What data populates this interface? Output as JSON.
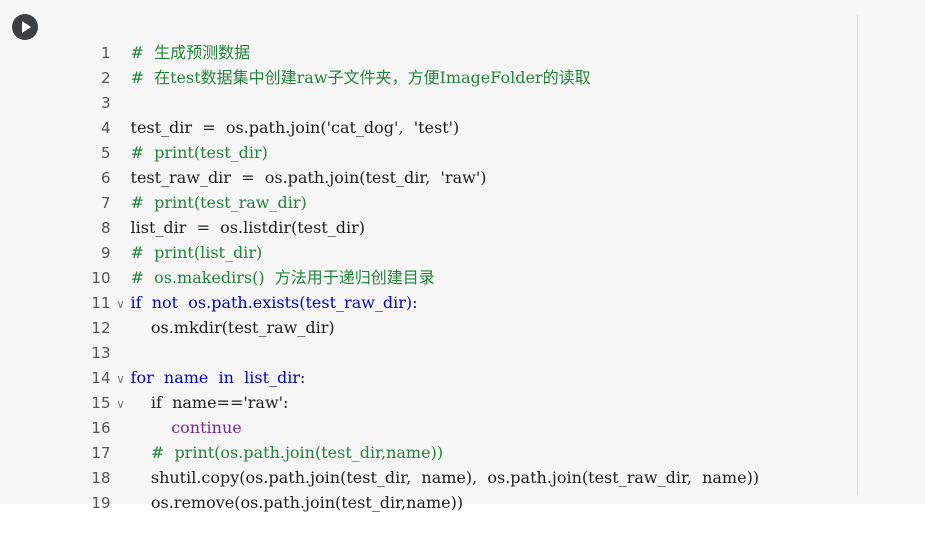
{
  "cell": {
    "run_icon": "play-icon",
    "lines": [
      {
        "n": "1",
        "fold": "",
        "code": "#  生成预测数据"
      },
      {
        "n": "2",
        "fold": "",
        "code": "#  在test数据集中创建raw子文件夹，方便ImageFolder的读取"
      },
      {
        "n": "3",
        "fold": "",
        "code": ""
      },
      {
        "n": "4",
        "fold": "",
        "code": "test_dir  =  os.path.join('cat_dog',  'test')"
      },
      {
        "n": "5",
        "fold": "",
        "code": "#  print(test_dir)"
      },
      {
        "n": "6",
        "fold": "",
        "code": "test_raw_dir  =  os.path.join(test_dir,  'raw')"
      },
      {
        "n": "7",
        "fold": "",
        "code": "#  print(test_raw_dir)"
      },
      {
        "n": "8",
        "fold": "",
        "code": "list_dir  =  os.listdir(test_dir)"
      },
      {
        "n": "9",
        "fold": "",
        "code": "#  print(list_dir)"
      },
      {
        "n": "10",
        "fold": "",
        "code": "#  os.makedirs()  方法用于递归创建目录"
      },
      {
        "n": "11",
        "fold": "∨",
        "code": "if  not  os.path.exists(test_raw_dir):"
      },
      {
        "n": "12",
        "fold": "",
        "code": "    os.mkdir(test_raw_dir)"
      },
      {
        "n": "13",
        "fold": "",
        "code": ""
      },
      {
        "n": "14",
        "fold": "∨",
        "code": "for  name  in  list_dir:"
      },
      {
        "n": "15",
        "fold": "∨",
        "code": "    if  name=='raw':"
      },
      {
        "n": "16",
        "fold": "",
        "code": "        continue"
      },
      {
        "n": "17",
        "fold": "",
        "code": "    #  print(os.path.join(test_dir,name))"
      },
      {
        "n": "18",
        "fold": "",
        "code": "    shutil.copy(os.path.join(test_dir,  name),  os.path.join(test_raw_dir,  name))"
      },
      {
        "n": "19",
        "fold": "",
        "code": "    os.remove(os.path.join(test_dir,name))"
      }
    ]
  },
  "colors": {
    "comment": "#22863a",
    "string": "#a31515",
    "keyword": "#7928a1",
    "builtin_keyword": "#0000cc",
    "text": "#1e1e1e"
  }
}
